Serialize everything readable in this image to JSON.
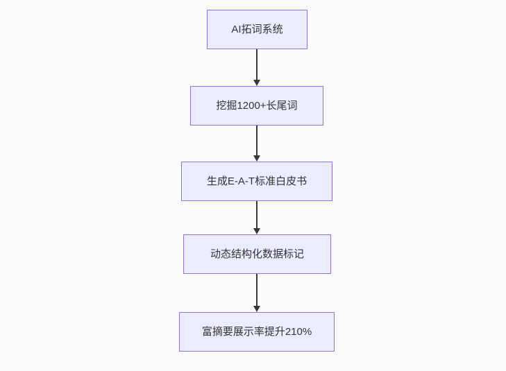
{
  "flowchart": {
    "type": "flowchart-top-down",
    "colors": {
      "background": "#fbfbfb",
      "node_fill": "#ECECFF",
      "node_border": "#9370DB",
      "arrow": "#383838",
      "text": "#333333"
    },
    "nodes": [
      {
        "id": "step-1",
        "label": "AI拓词系统"
      },
      {
        "id": "step-2",
        "label": "挖掘1200+长尾词"
      },
      {
        "id": "step-3",
        "label": "生成E-A-T标准白皮书"
      },
      {
        "id": "step-4",
        "label": "动态结构化数据标记"
      },
      {
        "id": "step-5",
        "label": "富摘要展示率提升210%"
      }
    ],
    "edges": [
      {
        "from": "step-1",
        "to": "step-2"
      },
      {
        "from": "step-2",
        "to": "step-3"
      },
      {
        "from": "step-3",
        "to": "step-4"
      },
      {
        "from": "step-4",
        "to": "step-5"
      }
    ]
  }
}
